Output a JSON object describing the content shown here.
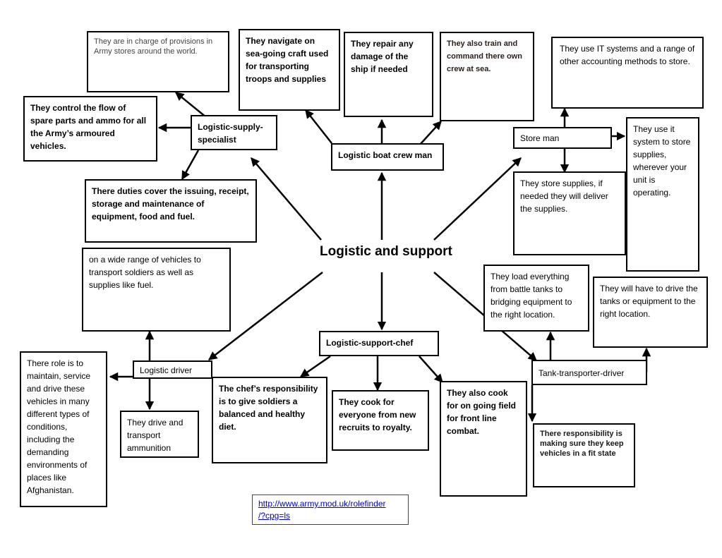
{
  "center": {
    "title": "Logistic and support"
  },
  "roles": {
    "supply_specialist": {
      "label": "Logistic-supply-\nspecialist",
      "details": {
        "provisions": "They are in charge of provisions in Army stores around the world.",
        "flow": "They control the flow of spare parts and ammo for all the Army’s armoured vehicles.",
        "duties": "There duties cover the issuing, receipt, storage and maintenance of equipment, food and fuel."
      }
    },
    "boat_crew": {
      "label": "Logistic boat crew man",
      "details": {
        "navigate": "They navigate on sea-going craft used for transporting troops and supplies",
        "repair": "They repair any damage of the ship if needed",
        "train": "They also train and command there own crew at sea."
      }
    },
    "store_man": {
      "label": "Store man",
      "details": {
        "it_systems": "They use IT systems and a range of other accounting methods to store.",
        "it_store": "They use it system to store supplies, wherever your unit is operating.",
        "store_supplies": "They store supplies, if needed they will deliver the supplies."
      }
    },
    "driver": {
      "label": "Logistic driver",
      "details": {
        "vehicles": "on a wide range of vehicles to transport soldiers as well as supplies like fuel.",
        "maintain": "There role is to maintain, service and drive these vehicles in many different types of conditions, including the demanding environments of places like Afghanistan.",
        "ammo": "They drive and transport ammunition"
      }
    },
    "chef": {
      "label": "Logistic-support-chef",
      "details": {
        "responsibility": "The chef’s responsibility is to give soldiers a balanced and healthy diet.",
        "cook_everyone": "They cook for everyone from new recruits to royalty.",
        "cook_field": "They also cook for on going field for front line combat."
      }
    },
    "tank_driver": {
      "label": "Tank-transporter-driver",
      "details": {
        "load": "They load everything from battle tanks to bridging equipment to the right location.",
        "drive": "They will have to drive the tanks or equipment to the right location.",
        "fit_state": "There responsibility is making sure they keep vehicles in a fit state"
      }
    }
  },
  "source_link": "http://www.army.mod.uk/rolefinder\n/?cpg=ls"
}
